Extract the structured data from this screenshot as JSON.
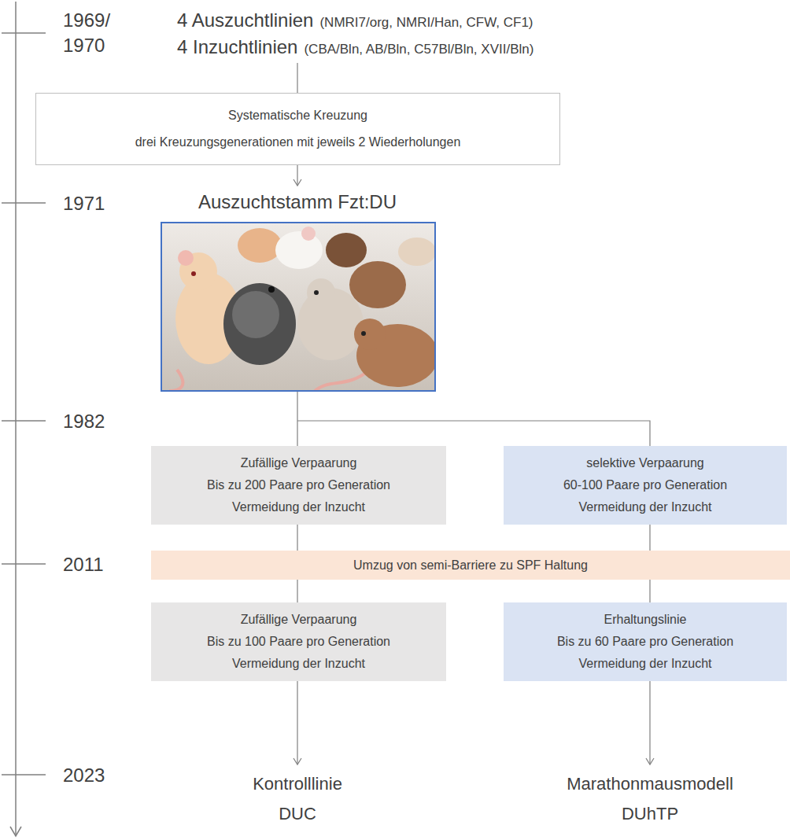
{
  "diagram": {
    "nodes": [
      {
        "text": [
          "Systematische Kreuzung",
          "drei Kreuzungsgenerationen mit jeweils 2 Wiederholungen"
        ]
      },
      {
        "text": [
          "Zufällige Verpaarung",
          "Bis zu 200 Paare pro Generation",
          "Vermeidung der Inzucht"
        ]
      },
      {
        "text": [
          "selektive Verpaarung",
          "60-100 Paare pro Generation",
          "Vermeidung der Inzucht"
        ]
      },
      {
        "text": [
          "Umzug von semi-Barriere zu SPF Haltung"
        ]
      },
      {
        "text": [
          "Zufällige Verpaarung",
          "Bis zu 100 Paare pro Generation",
          "Vermeidung der Inzucht"
        ]
      },
      {
        "text": [
          "Erhaltungslinie",
          "Bis zu 60 Paare pro Generation",
          "Vermeidung der Inzucht"
        ]
      }
    ],
    "edges": [
      {
        "from": 1,
        "to": 3,
        "arrow": "none"
      },
      {
        "from": 3,
        "to": 4,
        "arrow": "none"
      },
      {
        "from": 2,
        "to": 3,
        "arrow": "none"
      },
      {
        "from": 3,
        "to": 5,
        "arrow": "none"
      }
    ],
    "labels": [
      "1969/ 1970",
      "4 Auszuchtlinien",
      "(NMRI7/org, NMRI/Han, CFW, CF1)",
      "4 Inzuchtlinien",
      "(CBA/Bln, AB/Bln, C57Bl/Bln, XVII/Bln)",
      "1971",
      "Auszuchtstamm Fzt:DU",
      "1982",
      "2011",
      "2023",
      "Kontrolllinie DUC",
      "Marathonmausmodell DUhTP"
    ]
  }
}
